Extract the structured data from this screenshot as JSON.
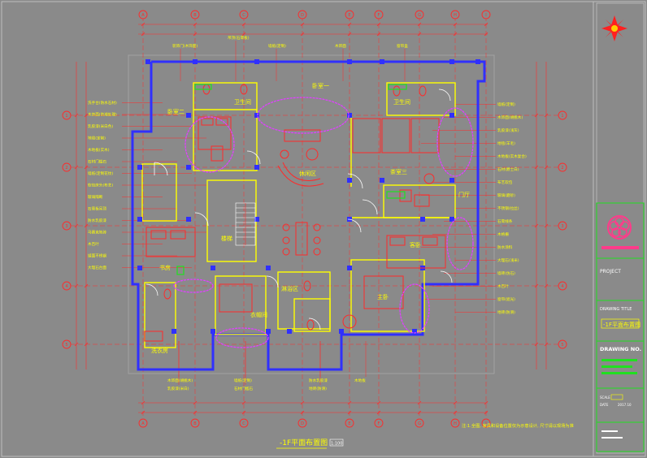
{
  "title_block": {
    "project_label": "PROJECT",
    "drawing_title_label": "DRAWING TITLE",
    "drawing_title_value": "-1F平面布置图",
    "drawing_no_label": "DRAWING NO.",
    "scale_label": "SCALE",
    "date_label": "DATE",
    "date_value": "2017.10"
  },
  "drawing_title": "-1F平面布置图",
  "scale_tag": "1:100",
  "note": "注:1.全图, 家具和设备位置仅为示意设计, 尺寸请以现场为准",
  "rooms": {
    "bedroom_a": "卧室二",
    "bedroom_b": "卧室一",
    "living": "休闲区",
    "tea": "茶室三",
    "bath_a": "卫生间",
    "bath_b": "卫生间",
    "bedroom_c": "客卧",
    "master": "主卧",
    "study": "书房",
    "laundry": "洗衣房",
    "stair": "楼梯",
    "shower": "淋浴区",
    "closet": "衣帽间",
    "entry": "门厅"
  },
  "grid_cols": [
    "A",
    "B",
    "C",
    "D",
    "E",
    "F",
    "G",
    "H",
    "I"
  ],
  "grid_rows": [
    "1",
    "2",
    "3",
    "4",
    "5"
  ],
  "left_notes": [
    "洗手台(防水石材)",
    "木饰面(防潮处理)",
    "乳胶漆(米白色)",
    "地毯(定制)",
    "木地板(实木)",
    "石材门槛石",
    "墙纸(定制花纹)",
    "软包床头(布艺)",
    "玻璃隔断",
    "石膏板吊顶",
    "防水乳胶漆",
    "马赛克地砖",
    "木百叶",
    "镜面不锈钢",
    "大理石台面"
  ],
  "right_notes": [
    "墙纸(定制)",
    "木饰面(胡桃木)",
    "乳胶漆(浅灰)",
    "地毯(羊毛)",
    "木地板(实木复合)",
    "石材(爵士白)",
    "布艺软包",
    "玻璃(磨砂)",
    "不锈钢(拉丝)",
    "石膏线条",
    "木格栅",
    "防水涂料",
    "大理石(浅米)",
    "墙砖(仿石)",
    "木百叶",
    "窗帘(遮光)",
    "地砖(防滑)"
  ],
  "top_notes": [
    "装饰门(木饰面)",
    "吊顶(石膏板)",
    "墙纸(定制)",
    "木饰面",
    "窗帘盒"
  ],
  "bottom_notes": [
    "木饰面(胡桃木)",
    "乳胶漆(米白)",
    "墙纸(定制)",
    "石材门槛石",
    "防水乳胶漆",
    "地砖(防滑)",
    "木地板"
  ]
}
